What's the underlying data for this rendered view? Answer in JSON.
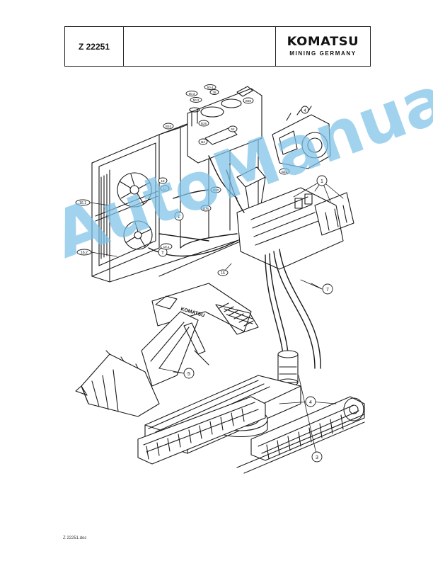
{
  "header": {
    "code": "Z 22251",
    "brand": "KOMATSU",
    "brand_sub": "MINING GERMANY"
  },
  "callouts": {
    "c1": "1",
    "c3": "3",
    "c4": "4",
    "c4b": "4",
    "c5": "5",
    "c7": "7",
    "L": "L",
    "T": "T",
    "c15": "15",
    "c16_1": "16.1",
    "c16_2": "16.2",
    "c50_4": "50.4",
    "c50_3": "50.3",
    "c50_2": "50.2",
    "c35": "35",
    "cB35": "B35",
    "cB24": "B24",
    "cB25": "B25",
    "cB4": "B4",
    "cB31": "B31",
    "cB30": "B30",
    "cB76": "B76",
    "c19": "19",
    "c19_1": "19.1",
    "c52": "52",
    "c17": "17"
  },
  "boom_text": "KOMATSU",
  "watermark": "AutoManual",
  "footer": "Z 22251.doc"
}
